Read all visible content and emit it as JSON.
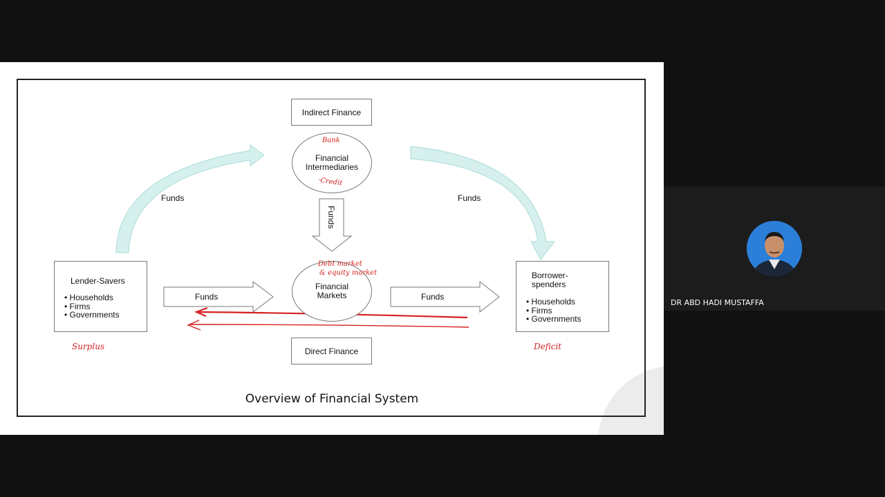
{
  "diagram": {
    "indirect_finance": "Indirect Finance",
    "direct_finance": "Direct Finance",
    "intermediaries": {
      "line1": "Financial",
      "line2": "Intermediaries"
    },
    "markets": {
      "line1": "Financial",
      "line2": "Markets"
    },
    "funds_label": "Funds",
    "lender": {
      "title": "Lender-Savers",
      "items": [
        "Households",
        "Firms",
        "Governments"
      ]
    },
    "borrower": {
      "title_line1": "Borrower-",
      "title_line2": "spenders",
      "items": [
        "Households",
        "Firms",
        "Governments"
      ]
    },
    "annotations": {
      "bank": "Bank",
      "credit": "·Credit",
      "debt": "Debt market",
      "equity": "& equity market",
      "surplus": "Surplus",
      "deficit": "Deficit"
    }
  },
  "caption": "Overview of Financial System",
  "presenter": {
    "name": "DR ABD HADI MUSTAFFA"
  },
  "colors": {
    "arc": "#d6f0ee",
    "arc_stroke": "#a9dcd6",
    "ink": "#d42020"
  }
}
